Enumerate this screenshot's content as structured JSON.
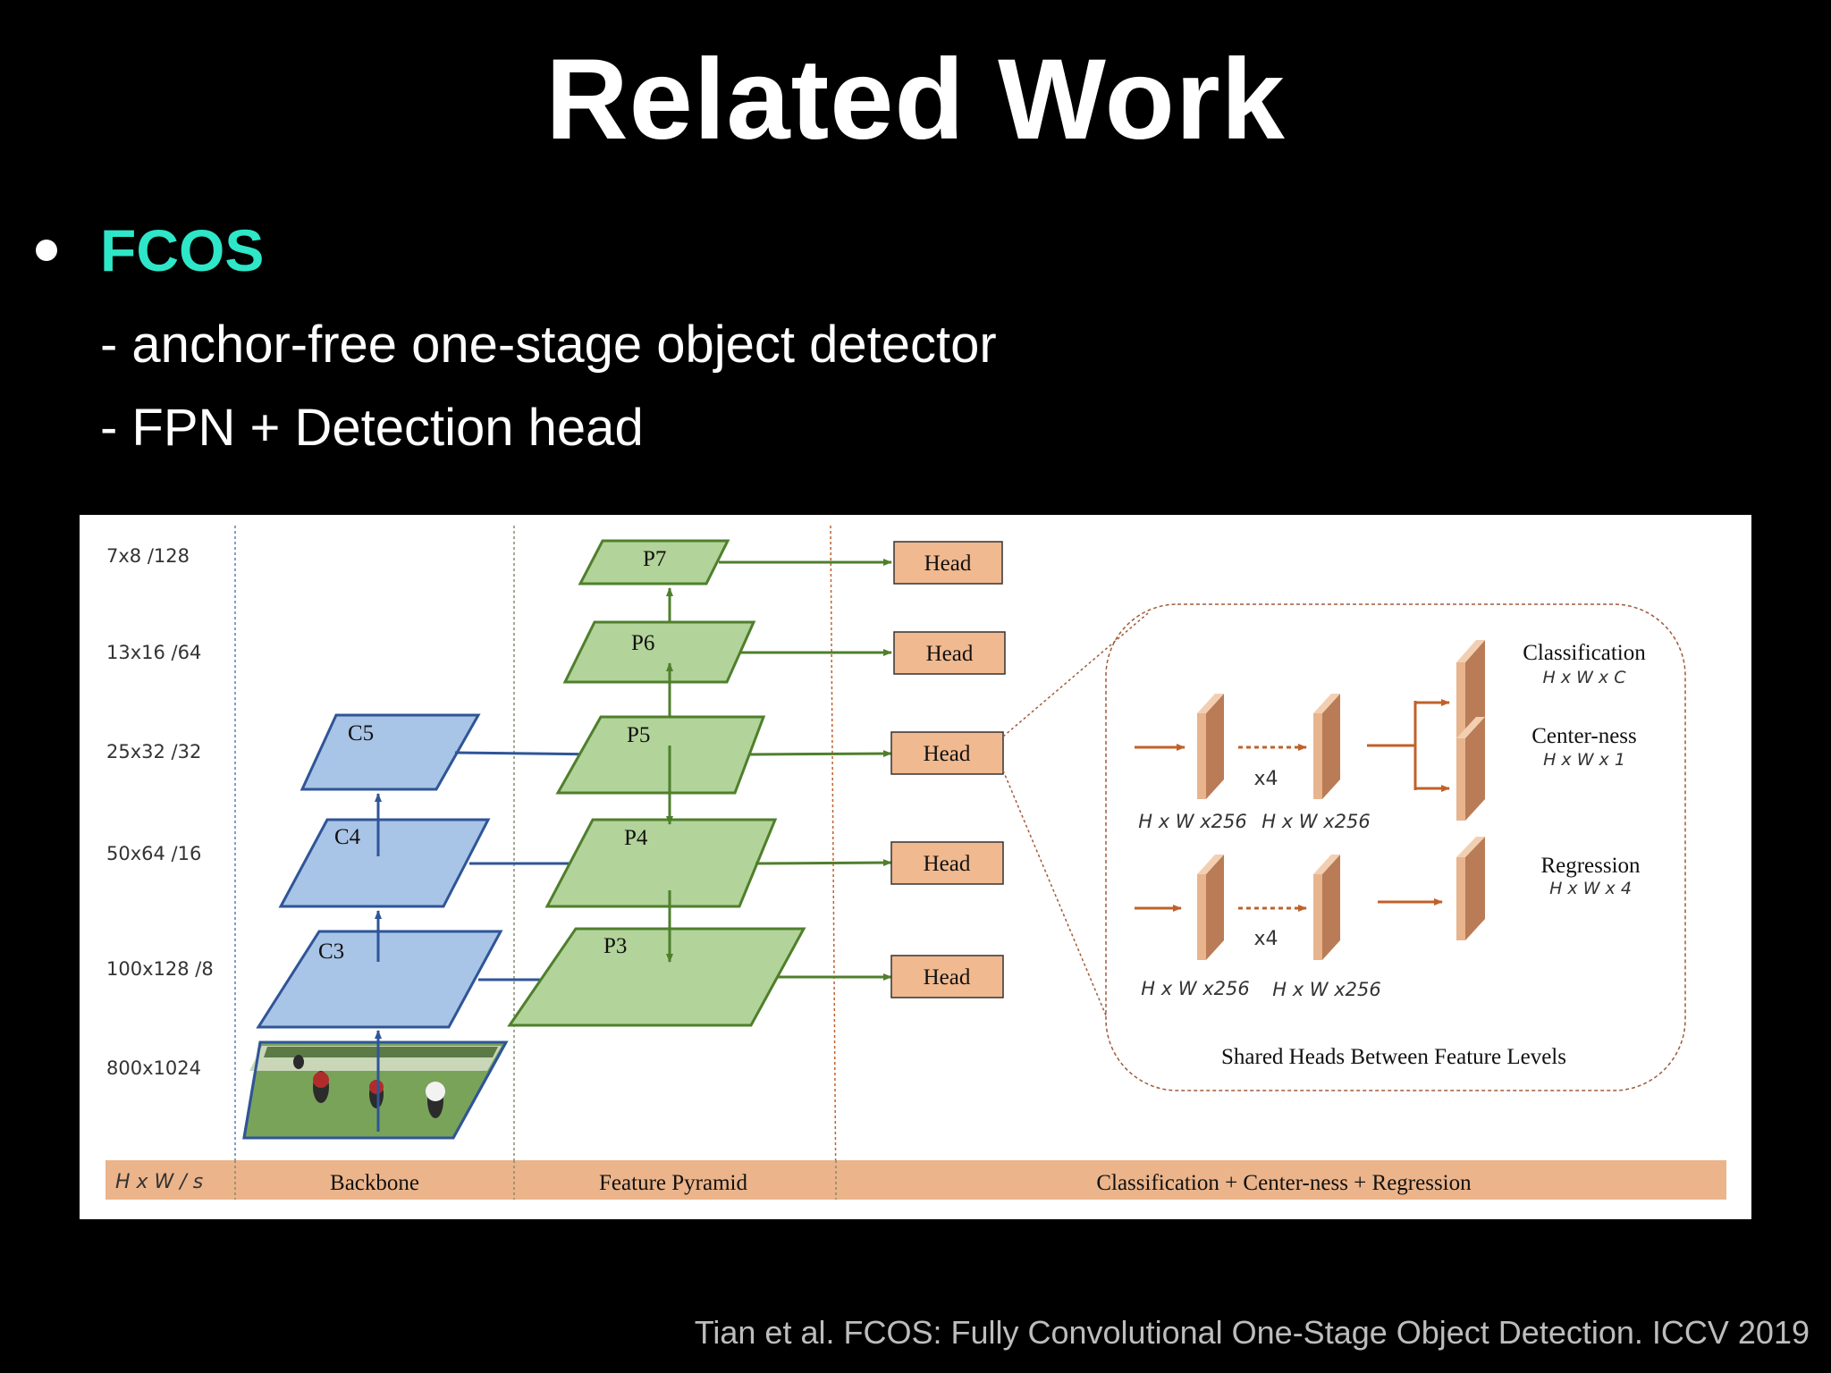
{
  "slide": {
    "title": "Related Work",
    "bullet": "FCOS",
    "subpoints": [
      "- anchor-free one-stage object detector",
      "- FPN + Detection head"
    ],
    "citation": "Tian et al. FCOS: Fully Convolutional One-Stage Object Detection. ICCV 2019"
  },
  "figure": {
    "scales": [
      "7x8  /128",
      "13x16  /64",
      "25x32  /32",
      "50x64  /16",
      "100x128  /8",
      "800x1024"
    ],
    "backbone": [
      "C5",
      "C4",
      "C3"
    ],
    "pyramid": [
      "P7",
      "P6",
      "P5",
      "P4",
      "P3"
    ],
    "head_label": "Head",
    "outputs": {
      "classification": "Classification",
      "classification_dims": "H x W x C",
      "centerness": "Center-ness",
      "centerness_dims": "H x W x 1",
      "regression": "Regression",
      "regression_dims": "H x W x 4"
    },
    "feature_dims": "H x W x256",
    "repeat": "x4",
    "shared_caption": "Shared Heads Between Feature Levels",
    "footer": {
      "hws": "H x W  / s",
      "backbone": "Backbone",
      "pyramid": "Feature Pyramid",
      "heads": "Classification + Center-ness + Regression"
    },
    "colors": {
      "backbone_fill": "#a8c4e6",
      "backbone_stroke": "#2f5597",
      "pyramid_fill": "#b2d39a",
      "pyramid_stroke": "#4f7f2c",
      "head_fill": "#f0b98f",
      "footer_fill": "#ebb48a",
      "arrow_orange": "#c0612a"
    }
  }
}
